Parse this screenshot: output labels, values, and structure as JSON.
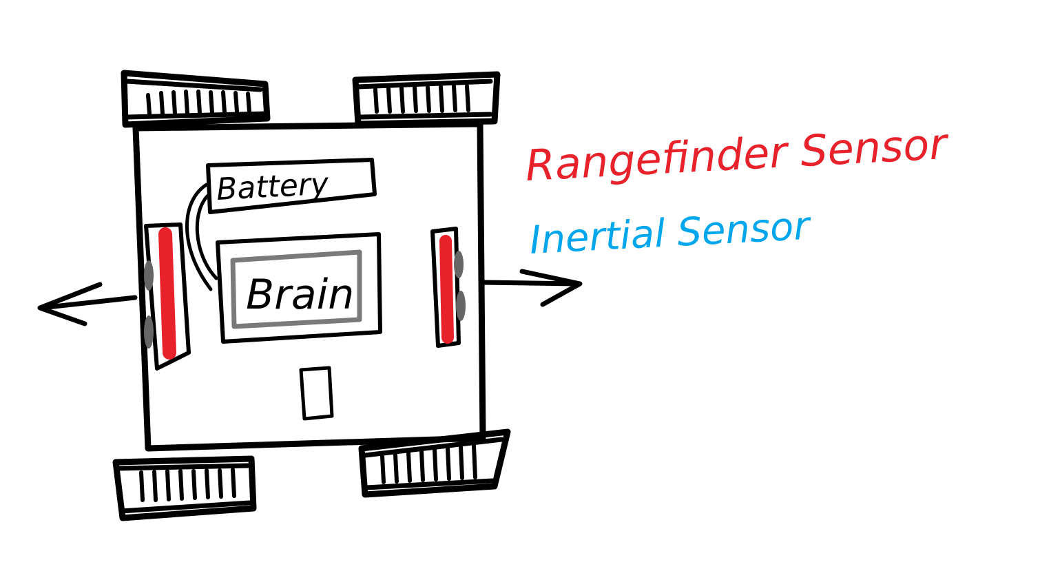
{
  "labels": {
    "battery": "Battery",
    "brain": "Brain"
  },
  "legend": {
    "rangefinder": "Rangefinder Sensor",
    "inertial": "Inertial Sensor"
  },
  "colors": {
    "ink": "#000000",
    "rangefinder": "#e8222b",
    "inertial": "#00a6ec",
    "brain_frame": "#7a7a7a",
    "sensor_shadow": "#666666"
  }
}
